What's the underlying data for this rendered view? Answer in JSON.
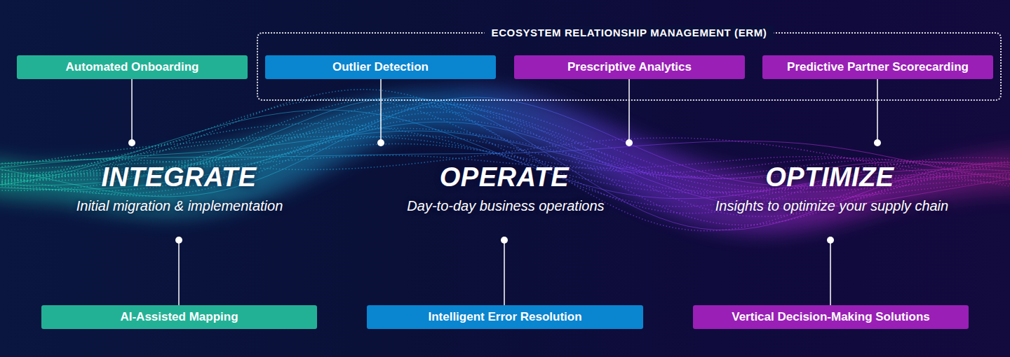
{
  "diagram": {
    "nodes": [
      {
        "text": [
          "Automated Onboarding"
        ]
      },
      {
        "text": [
          "ECOSYSTEM RELATIONSHIP MANAGEMENT (ERM)"
        ]
      },
      {
        "text": [
          "Outlier Detection"
        ],
        "in": 1
      },
      {
        "text": [
          "Prescriptive Analytics"
        ],
        "in": 1
      },
      {
        "text": [
          "Predictive Partner Scorecarding"
        ],
        "in": 1
      },
      {
        "text": [
          "AI-Assisted Mapping"
        ]
      },
      {
        "text": [
          "Intelligent Error Resolution"
        ]
      },
      {
        "text": [
          "Vertical Decision-Making Solutions"
        ]
      }
    ],
    "labels": [
      "INTEGRATE",
      "Initial migration & implementation",
      "OPERATE",
      "Day-to-day business operations",
      "OPTIMIZE",
      "Insights to optimize your supply chain"
    ]
  }
}
